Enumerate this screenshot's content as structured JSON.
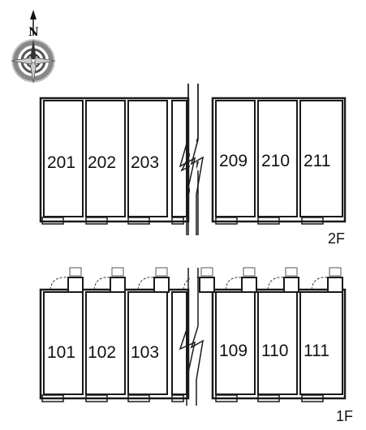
{
  "compass": {
    "north_label": "N",
    "icon": "compass-rose-icon"
  },
  "floors": [
    {
      "label": "2F",
      "units": [
        "201",
        "202",
        "203",
        "209",
        "210",
        "211"
      ]
    },
    {
      "label": "1F",
      "units": [
        "101",
        "102",
        "103",
        "109",
        "110",
        "111"
      ]
    }
  ],
  "colors": {
    "wall": "#1a1a1a",
    "light_wall": "#777777"
  }
}
